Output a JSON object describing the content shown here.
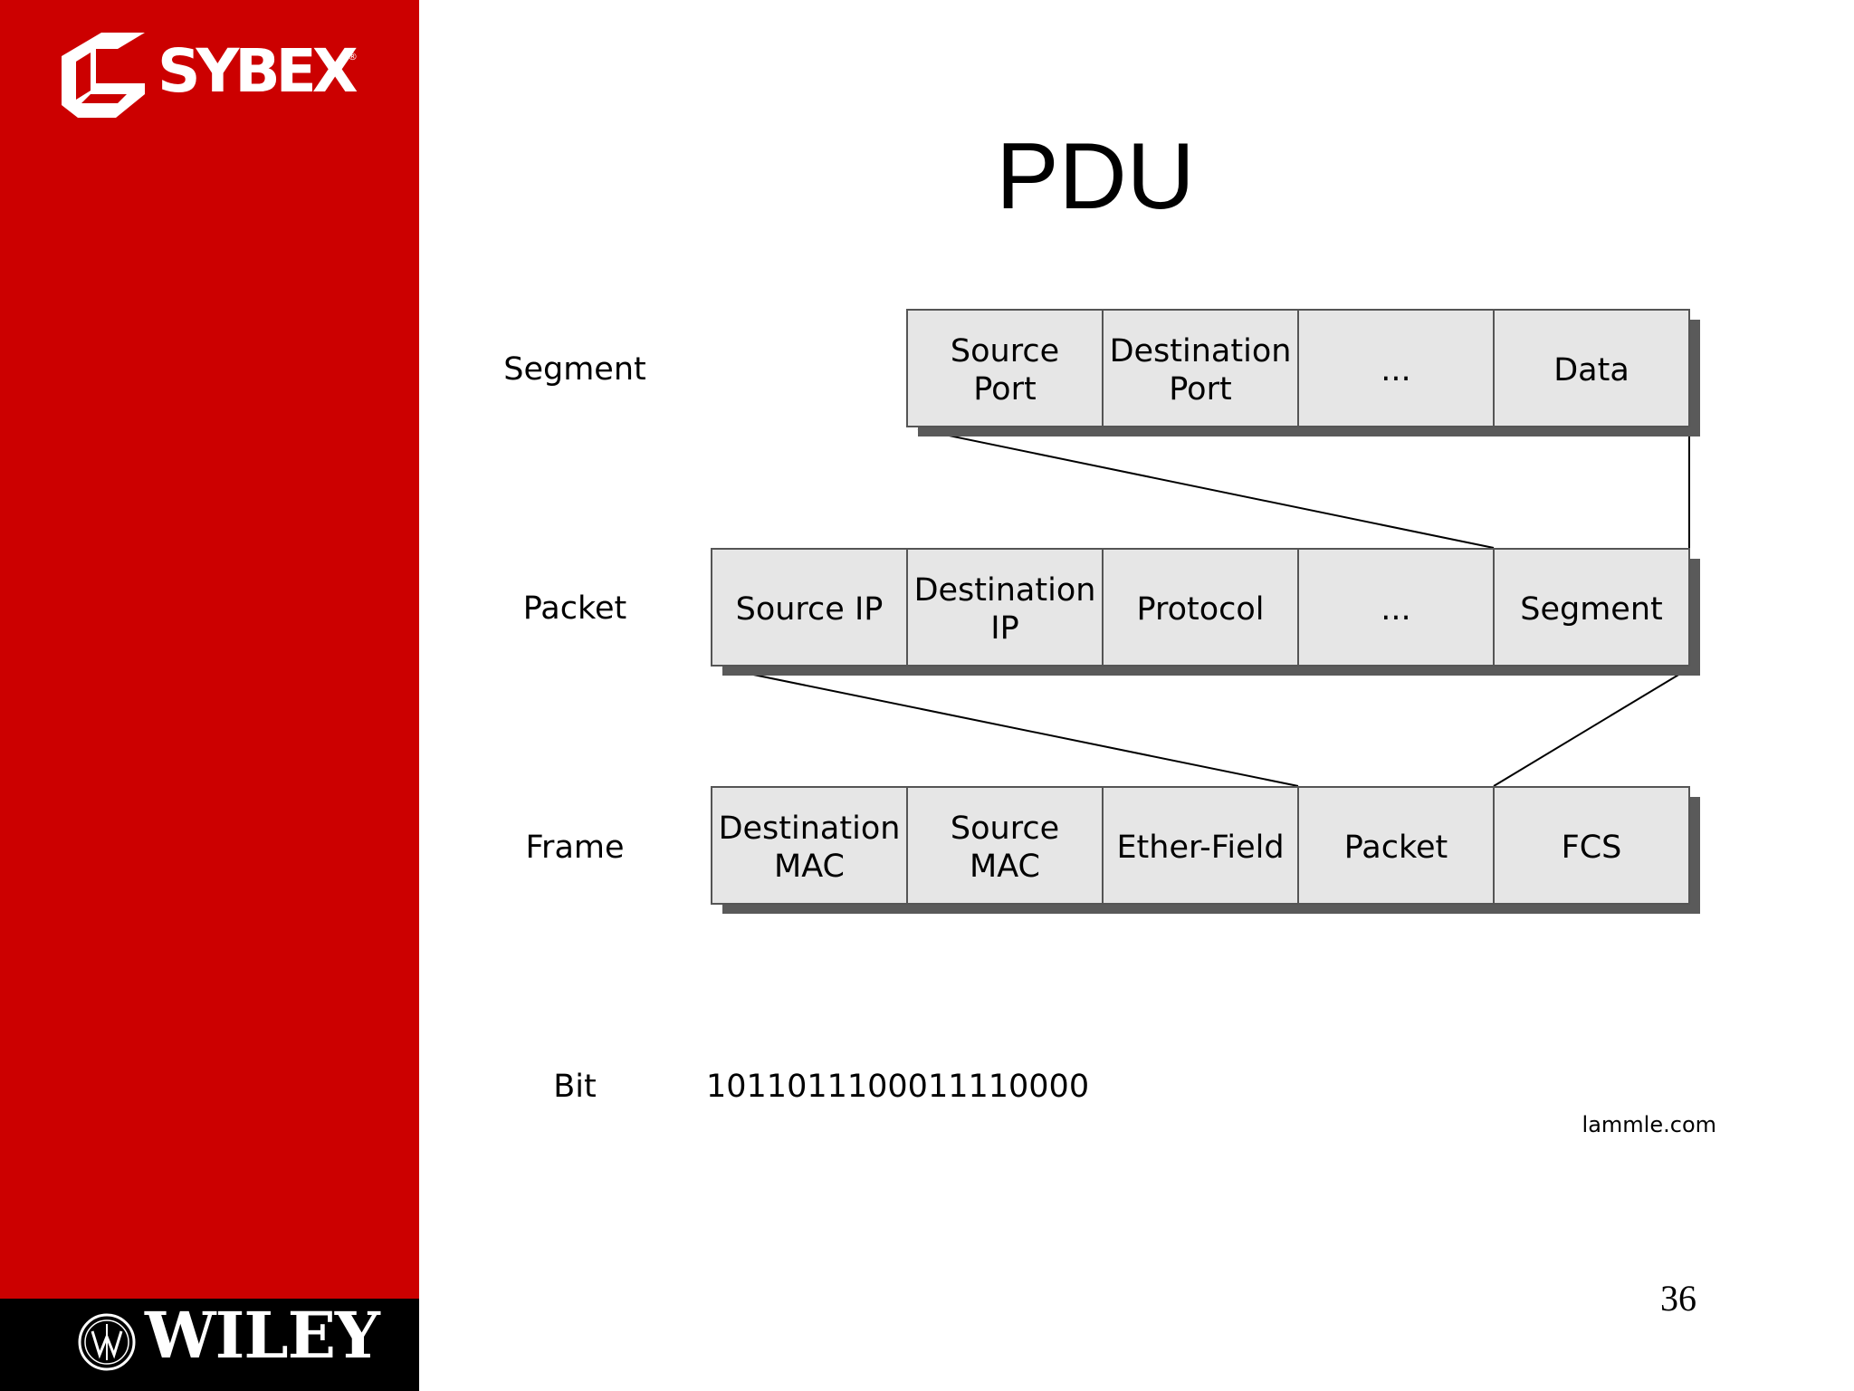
{
  "slide": {
    "title": "PDU",
    "page_number": "36",
    "source_credit": "lammle.com"
  },
  "brand": {
    "publisher_logo": "SYBEX",
    "publisher_logo_mark": "®",
    "parent_logo": "WILEY",
    "sidebar_color": "#cc0000",
    "footer_color": "#000000"
  },
  "pdu_diagram": {
    "layers": [
      {
        "label": "Segment",
        "fields": [
          "Source Port",
          "Destination Port",
          "...",
          "Data"
        ]
      },
      {
        "label": "Packet",
        "fields": [
          "Source IP",
          "Destination IP",
          "Protocol",
          "...",
          "Segment"
        ]
      },
      {
        "label": "Frame",
        "fields": [
          "Destination MAC",
          "Source MAC",
          "Ether-Field",
          "Packet",
          "FCS"
        ]
      },
      {
        "label": "Bit",
        "bits": "1011011100011110000"
      }
    ],
    "encapsulation": [
      {
        "from": "Segment",
        "into": "Packet",
        "field": "Segment"
      },
      {
        "from": "Packet",
        "into": "Frame",
        "field": "Packet"
      }
    ]
  }
}
